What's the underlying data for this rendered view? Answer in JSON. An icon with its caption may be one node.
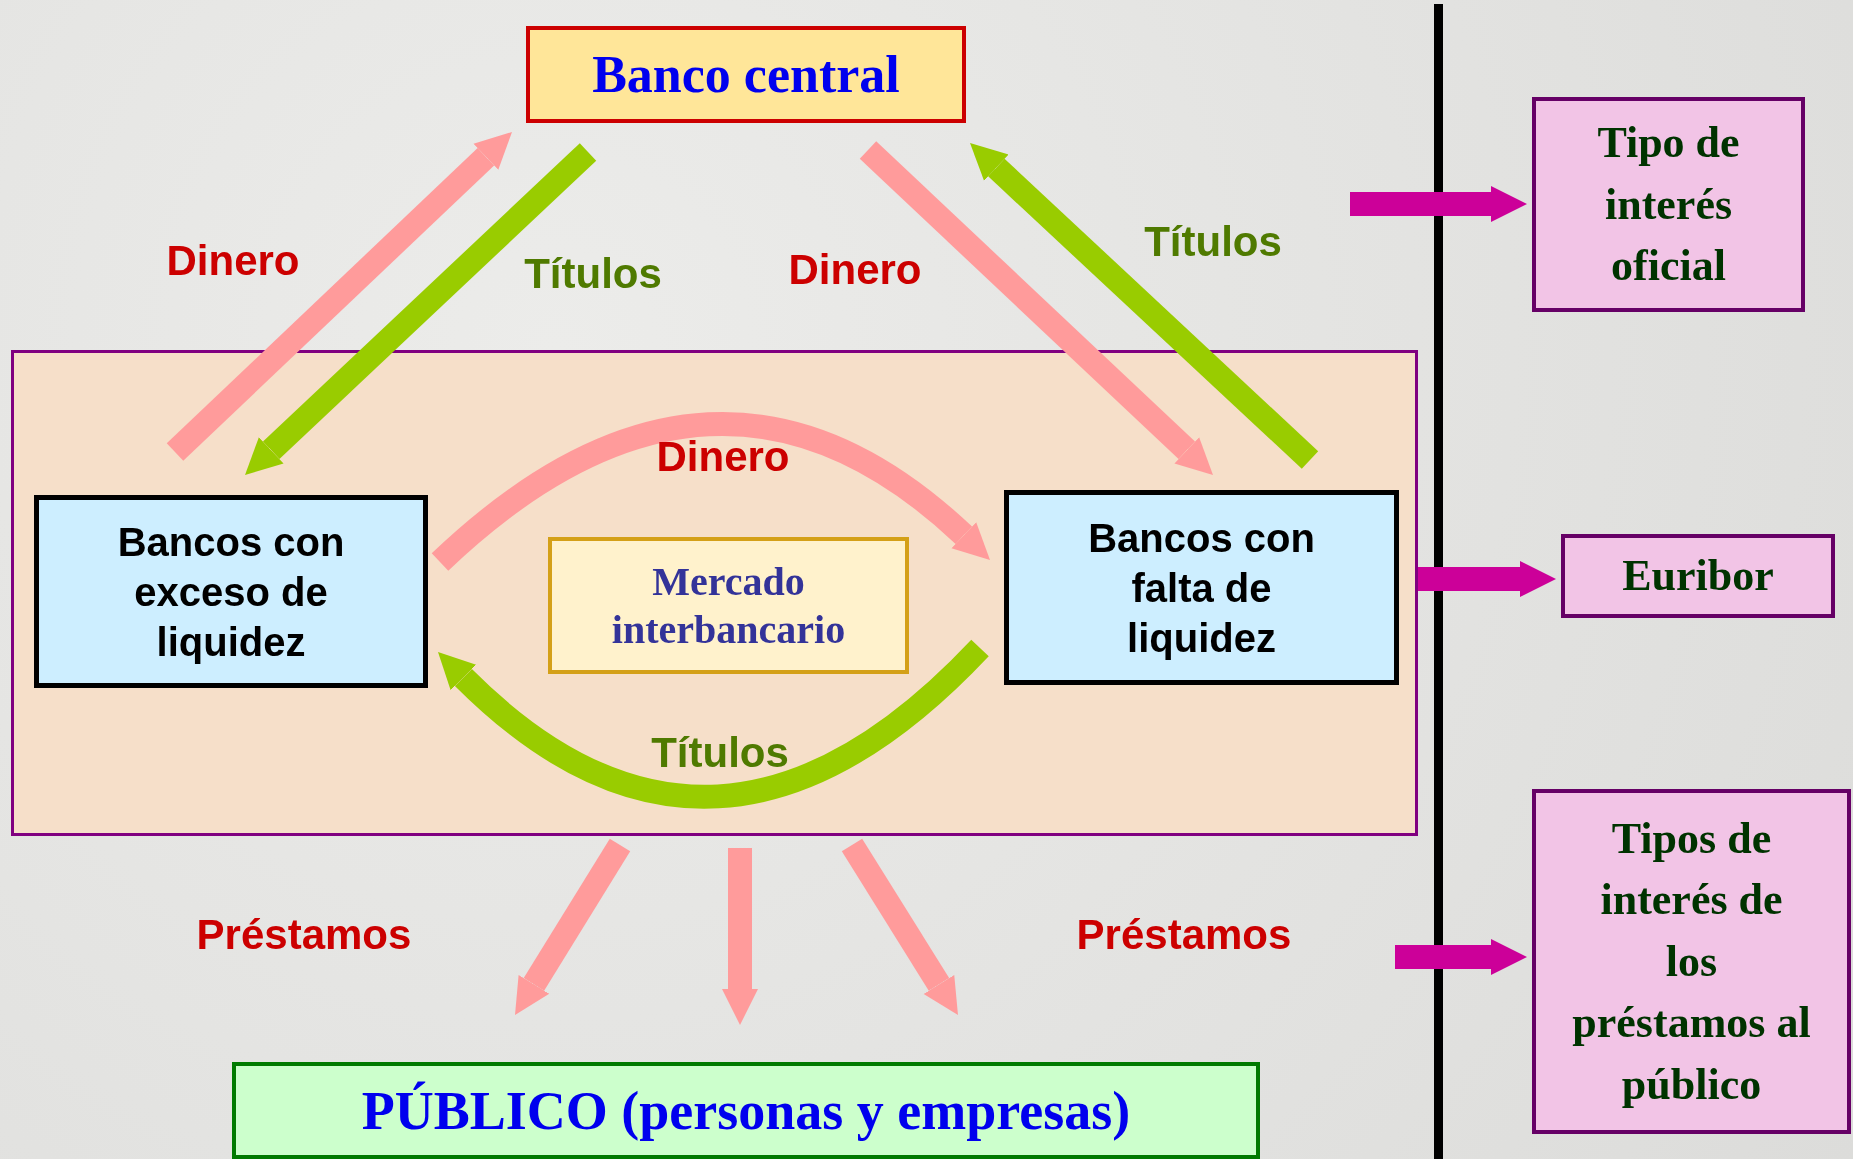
{
  "diagram": {
    "nodes": [
      {
        "text": [
          "Banco central"
        ]
      },
      {
        "text": [],
        "shape": "box"
      },
      {
        "text": [
          "Bancos con exceso de liquidez"
        ],
        "in": 1
      },
      {
        "text": [
          "Mercado interbancario"
        ],
        "in": 1
      },
      {
        "text": [
          "Bancos con falta de liquidez"
        ],
        "in": 1
      },
      {
        "text": [
          "PÚBLICO (personas y empresas)"
        ]
      },
      {
        "text": [
          "Tipo de interés oficial"
        ]
      },
      {
        "text": [
          "Euribor"
        ]
      },
      {
        "text": [
          "Tipos de interés  de los préstamos al público"
        ]
      }
    ],
    "edges": [
      {
        "from": 2,
        "to": 0,
        "arrow": "to",
        "label": "Dinero"
      },
      {
        "from": 0,
        "to": 2,
        "arrow": "to",
        "label": "Títulos",
        "color": "#99cc00"
      },
      {
        "from": 0,
        "to": 4,
        "arrow": "to",
        "label": "Dinero"
      },
      {
        "from": 4,
        "to": 0,
        "arrow": "to",
        "label": "Títulos",
        "color": "#99cc00"
      },
      {
        "from": 2,
        "to": 4,
        "arrow": "to",
        "label": "Dinero"
      },
      {
        "from": 4,
        "to": 2,
        "arrow": "to",
        "label": "Títulos",
        "color": "#99cc00"
      },
      {
        "from": 1,
        "to": 5,
        "arrow": "to",
        "label": "Préstamos"
      },
      {
        "from": 1,
        "to": 5,
        "arrow": "to"
      },
      {
        "from": 1,
        "to": 5,
        "arrow": "to",
        "label": "Préstamos"
      },
      {
        "from": null,
        "to": 6,
        "arrow": "to",
        "color": "#cc0099"
      },
      {
        "from": 1,
        "to": 7,
        "arrow": "to",
        "color": "#cc0099"
      },
      {
        "from": null,
        "to": 8,
        "arrow": "to",
        "color": "#cc0099"
      }
    ]
  }
}
